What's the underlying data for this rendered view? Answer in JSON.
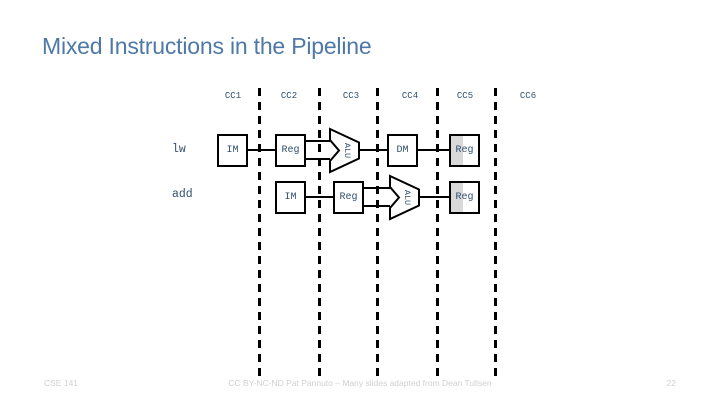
{
  "slide": {
    "title": "Mixed Instructions in the Pipeline",
    "footer": {
      "course": "CSE 141",
      "credit": "CC BY-NC-ND Pat Pannuto – Many slides adapted from Dean Tullsen",
      "page_number": "22"
    },
    "colors": {
      "title_text": "#4e79a6",
      "diagram_text": "#31506d",
      "stage_border": "#000000",
      "stage_shading": "#d9d9d9",
      "footer_text": "#d0d0d0"
    }
  },
  "pipeline": {
    "cycle_headers": [
      "CC1",
      "CC2",
      "CC3",
      "CC4",
      "CC5",
      "CC6"
    ],
    "instructions": [
      {
        "label": "lw",
        "start_cycle": "CC1",
        "stages": [
          "IM",
          "Reg",
          "ALU",
          "DM",
          "Reg"
        ]
      },
      {
        "label": "add",
        "start_cycle": "CC2",
        "stages": [
          "IM",
          "Reg",
          "ALU",
          "Reg"
        ]
      }
    ]
  }
}
